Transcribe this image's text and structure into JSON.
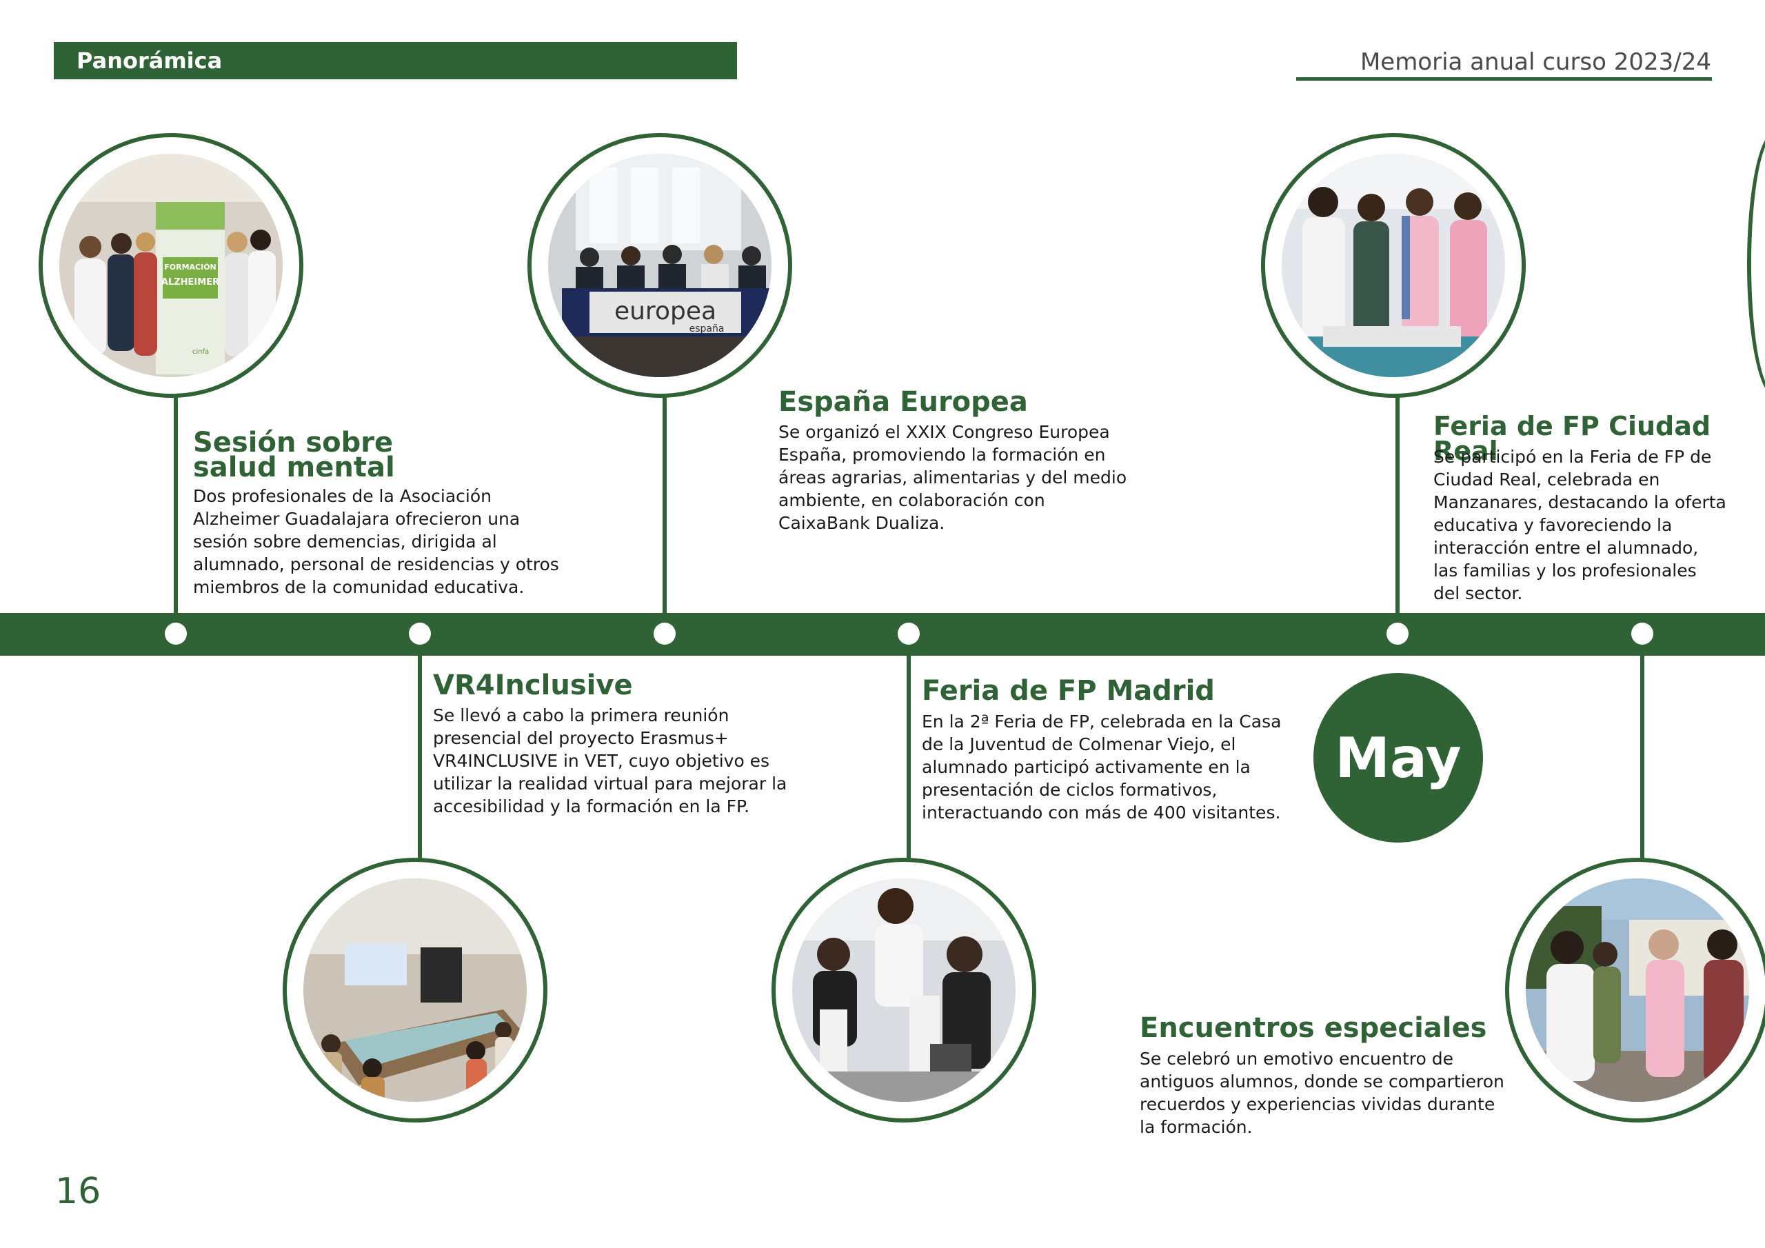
{
  "header": {
    "section_label": "Panorámica",
    "report_title": "Memoria anual curso 2023/24"
  },
  "colors": {
    "brand_green": "#2f6235",
    "text": "#1a1a1a",
    "background": "#ffffff"
  },
  "events": [
    {
      "title_line1": "Sesión sobre",
      "title_line2": "salud mental",
      "text_lines": [
        "Dos profesionales de la Asociación",
        "Alzheimer Guadalajara ofrecieron una",
        "sesión sobre demencias, dirigida al",
        "alumnado, personal de residencias y otros",
        "miembros de la comunidad educativa."
      ]
    },
    {
      "title": "VR4Inclusive",
      "text_lines": [
        "Se llevó a cabo la primera reunión",
        "presencial del proyecto Erasmus+",
        "VR4INCLUSIVE in VET, cuyo objetivo es",
        "utilizar la realidad virtual para mejorar la",
        "accesibilidad y la formación en la FP."
      ]
    },
    {
      "title": "España Europea",
      "text_lines": [
        "Se organizó el XXIX Congreso Europea",
        "España, promoviendo la formación en",
        "áreas agrarias, alimentarias y del medio",
        "ambiente, en colaboración con",
        "CaixaBank Dualiza."
      ]
    },
    {
      "title": "Feria de FP Madrid",
      "text_lines": [
        "En la 2ª Feria de FP, celebrada en la Casa",
        "de la Juventud de Colmenar Viejo, el",
        "alumnado participó activamente en la",
        "presentación de ciclos formativos,",
        "interactuando con más de 400 visitantes."
      ]
    },
    {
      "title": "Feria de FP Ciudad Real",
      "text_lines": [
        "Se participó en la Feria de FP de",
        "Ciudad Real, celebrada en",
        "Manzanares, destacando la oferta",
        "educativa y favoreciendo la",
        "interacción entre el alumnado,",
        "las familias y los profesionales",
        "del sector."
      ]
    },
    {
      "title": "Encuentros especiales",
      "text_lines": [
        "Se celebró un emotivo encuentro de",
        "antiguos alumnos, donde se compartieron",
        "recuerdos y experiencias vividas durante",
        "la formación."
      ]
    }
  ],
  "photo_texts": {
    "banner_line1": "FORMACIÓN",
    "banner_line2": "ALZHEIMER",
    "banner_logo": "cinfa",
    "table_line1": "europea",
    "table_line2": "españa"
  },
  "month_badge": "May",
  "page_number": "16"
}
